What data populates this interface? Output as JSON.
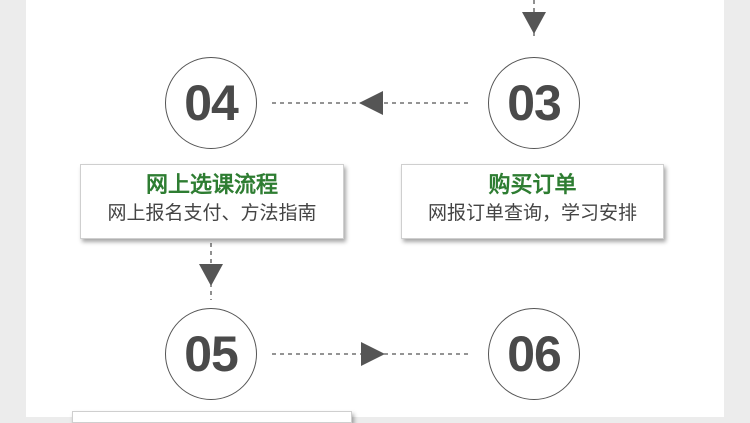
{
  "steps": [
    {
      "number": "03",
      "title": "购买订单",
      "subtitle": "网报订单查询，学习安排"
    },
    {
      "number": "04",
      "title": "网上选课流程",
      "subtitle": "网上报名支付、方法指南"
    },
    {
      "number": "05"
    },
    {
      "number": "06"
    }
  ],
  "colors": {
    "title": "#2e7d32",
    "number": "#4a4a4a",
    "line": "#555555"
  }
}
